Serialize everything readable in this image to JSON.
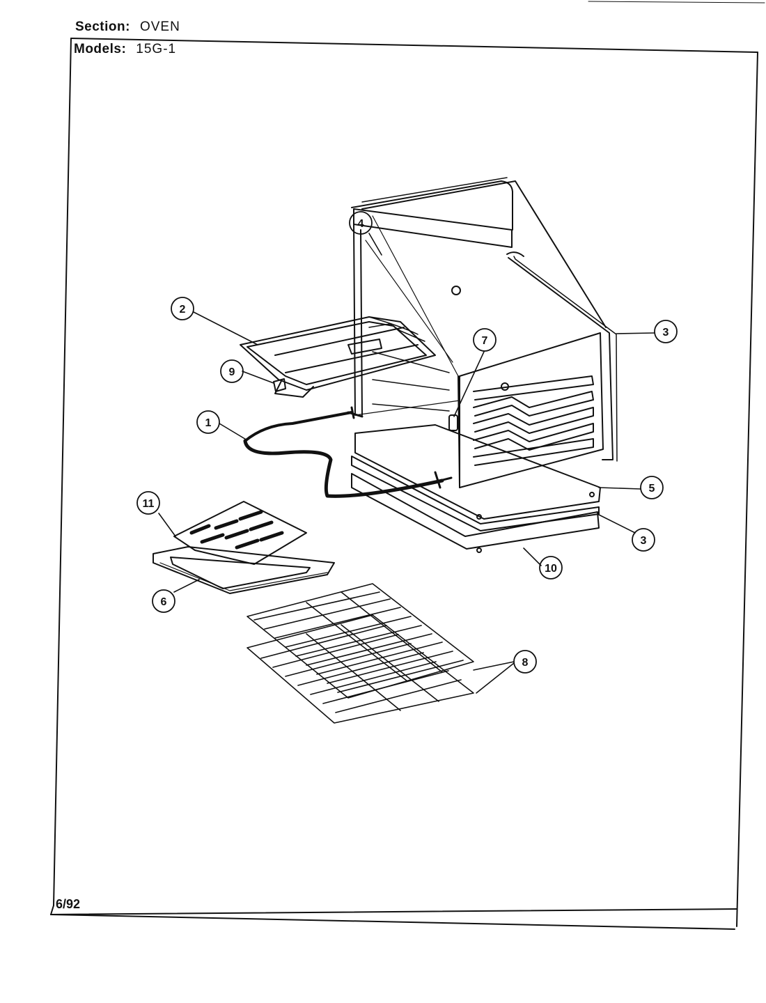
{
  "header": {
    "section_label": "Section:",
    "section_value": "OVEN",
    "models_label": "Models:",
    "models_value": "15G-1"
  },
  "footer": {
    "date": "6/92"
  },
  "callouts": [
    "1",
    "2",
    "3",
    "3",
    "4",
    "5",
    "6",
    "7",
    "8",
    "9",
    "10",
    "11"
  ],
  "colors": {
    "ink": "#111111",
    "paper": "#ffffff"
  }
}
